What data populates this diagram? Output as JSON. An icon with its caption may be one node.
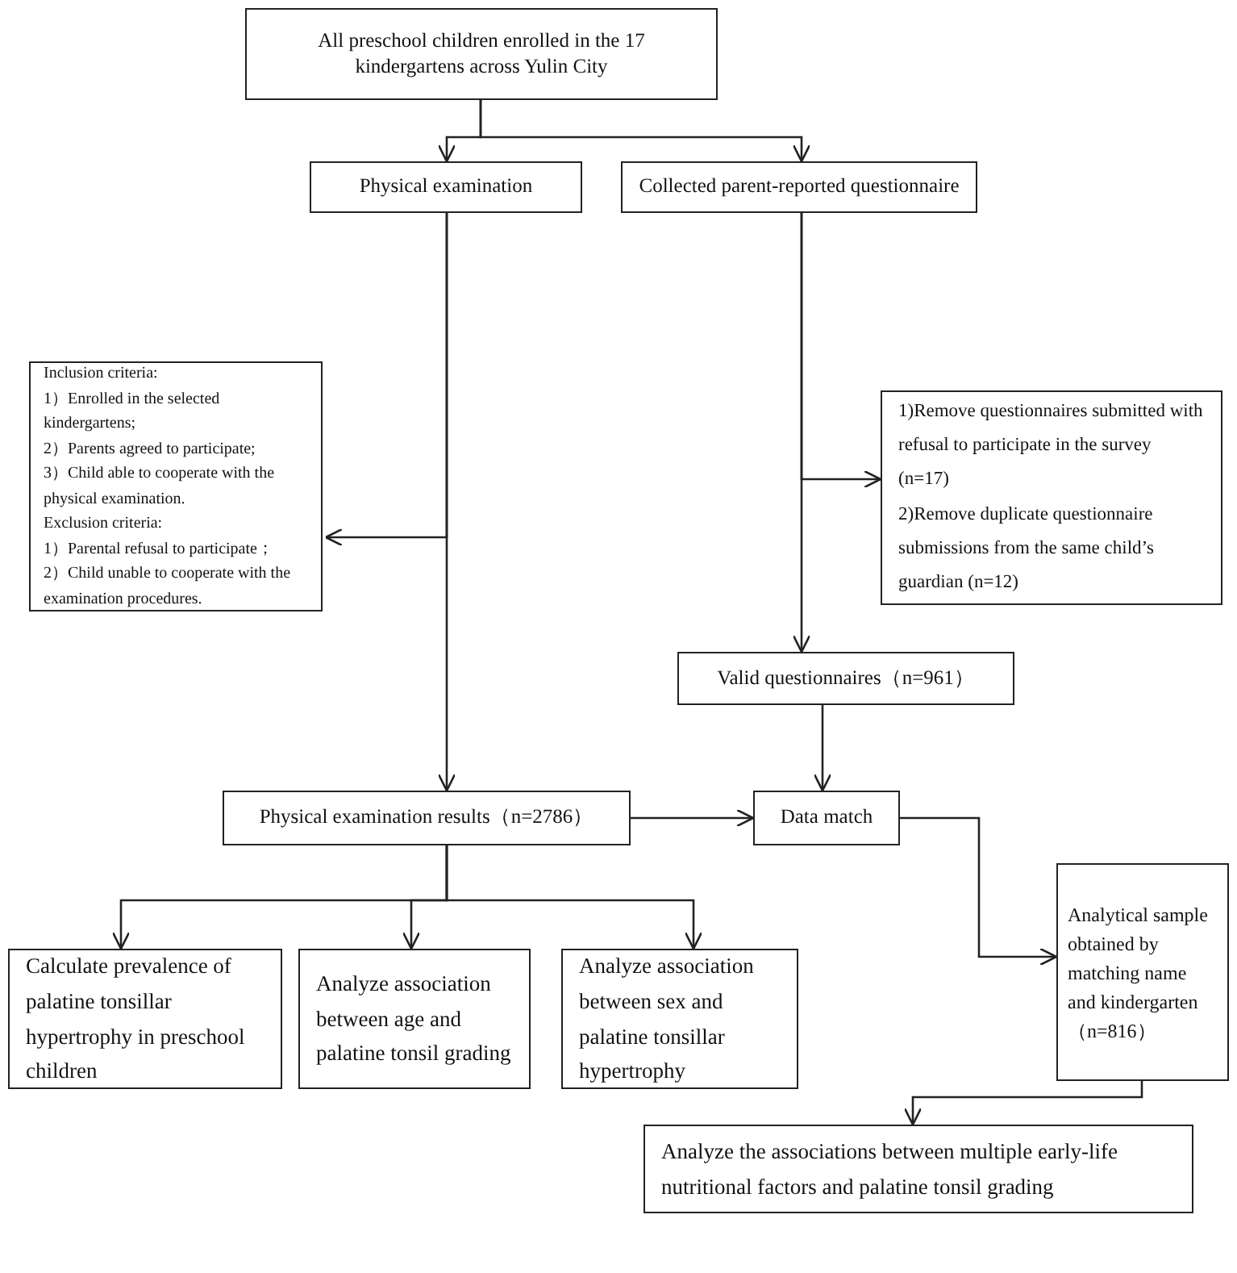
{
  "diagram": {
    "nodes": [
      {
        "text": [
          "All preschool children enrolled in the 17 kindergartens across Yulin City"
        ]
      },
      {
        "text": [
          "Physical examination"
        ]
      },
      {
        "text": [
          "Collected parent-reported questionnaire"
        ]
      },
      {
        "text": [
          "Inclusion criteria:",
          "1）Enrolled in the selected kindergartens;",
          "2）Parents agreed to participate;",
          "3）Child able to cooperate with the physical examination.",
          "Exclusion criteria:",
          "1）Parental refusal to participate；",
          "2）Child unable to cooperate with the examination procedures."
        ]
      },
      {
        "text": [
          "1)Remove questionnaires submitted with refusal to participate in the survey (n=17)",
          "2)Remove duplicate questionnaire submissions from the same child’s guardian (n=12)"
        ]
      },
      {
        "text": [
          "Valid questionnaires（n=961）"
        ]
      },
      {
        "text": [
          "Physical examination results（n=2786）"
        ]
      },
      {
        "text": [
          "Data match"
        ]
      },
      {
        "text": [
          "Calculate prevalence of palatine tonsillar hypertrophy in preschool children"
        ]
      },
      {
        "text": [
          "Analyze association between age and palatine tonsil grading"
        ]
      },
      {
        "text": [
          "Analyze association between sex and palatine tonsillar hypertrophy"
        ]
      },
      {
        "text": [
          "Analytical sample obtained by matching name and kindergarten（n=816）"
        ]
      },
      {
        "text": [
          "Analyze the associations between multiple early-life nutritional factors and palatine tonsil grading"
        ]
      }
    ],
    "edges": [
      {
        "from": 0,
        "to": 1,
        "arrow": "to"
      },
      {
        "from": 0,
        "to": 2,
        "arrow": "to"
      },
      {
        "from": 1,
        "to": 6,
        "arrow": "to"
      },
      {
        "from": 1,
        "to": 3,
        "arrow": "to"
      },
      {
        "from": 2,
        "to": 4,
        "arrow": "to"
      },
      {
        "from": 2,
        "to": 5,
        "arrow": "to"
      },
      {
        "from": 5,
        "to": 7,
        "arrow": "to"
      },
      {
        "from": 6,
        "to": 7,
        "arrow": "to"
      },
      {
        "from": 6,
        "to": 8,
        "arrow": "to"
      },
      {
        "from": 6,
        "to": 9,
        "arrow": "to"
      },
      {
        "from": 6,
        "to": 10,
        "arrow": "to"
      },
      {
        "from": 7,
        "to": 11,
        "arrow": "to"
      },
      {
        "from": 11,
        "to": 12,
        "arrow": "to"
      }
    ]
  }
}
